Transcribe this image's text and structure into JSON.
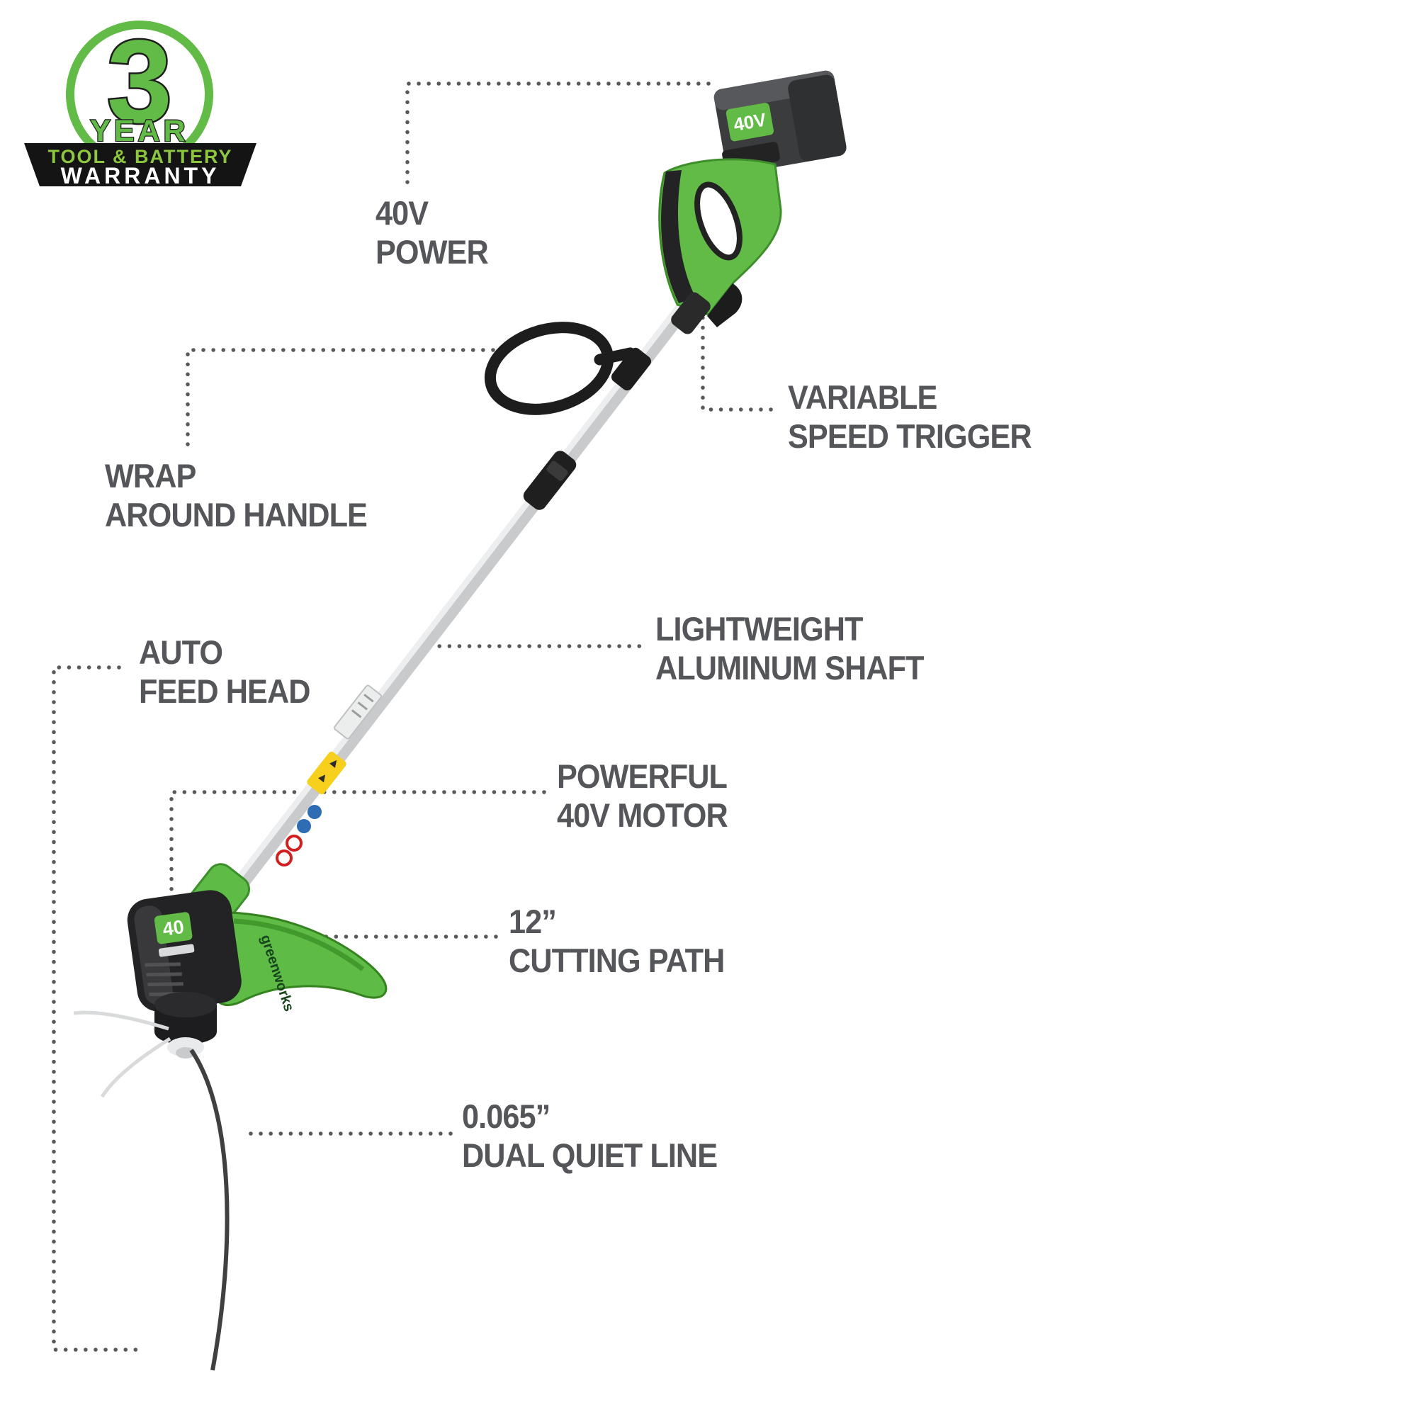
{
  "badge": {
    "number": "3",
    "year_label": "YEAR",
    "banner_line1": "TOOL & BATTERY",
    "banner_line2": "WARRANTY"
  },
  "callouts": {
    "power": {
      "line1": "40V",
      "line2": "POWER"
    },
    "trigger": {
      "line1": "VARIABLE",
      "line2": "SPEED TRIGGER"
    },
    "wrap_handle": {
      "line1": "WRAP",
      "line2": "AROUND HANDLE"
    },
    "shaft": {
      "line1": "LIGHTWEIGHT",
      "line2": "ALUMINUM SHAFT"
    },
    "feed_head": {
      "line1": "AUTO",
      "line2": "FEED HEAD"
    },
    "motor": {
      "line1": "POWERFUL",
      "line2": "40V MOTOR"
    },
    "cutting_path": {
      "line1": "12”",
      "line2": "CUTTING PATH"
    },
    "quiet_line": {
      "line1": "0.065”",
      "line2": "DUAL QUIET LINE"
    }
  },
  "product": {
    "battery_label": "40V",
    "head_label": "40",
    "brand": "greenworks"
  },
  "colors": {
    "brand_green": "#62BB46",
    "dark_green": "#35821F",
    "label_gray": "#55565A",
    "black": "#1F1F1F",
    "shaft_silver": "#C8CACC"
  }
}
